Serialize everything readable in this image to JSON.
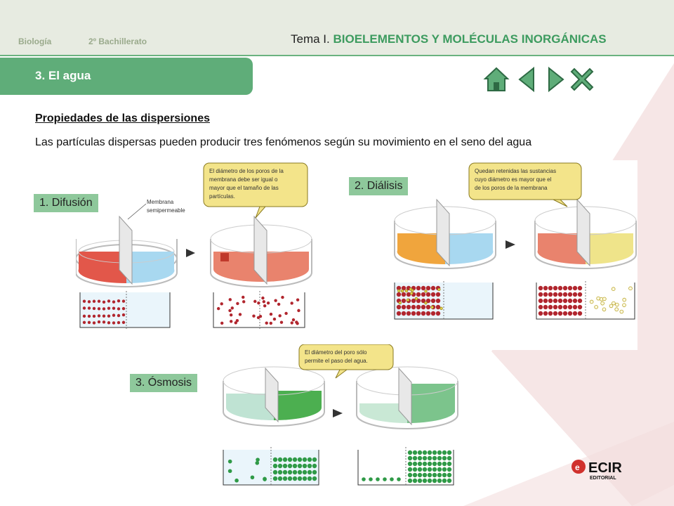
{
  "header": {
    "subject": "Biología",
    "course": "2º Bachillerato",
    "topic_prefix": "Tema I.",
    "topic_title": "BIOELEMENTOS Y MOLÉCULAS INORGÁNICAS"
  },
  "section": {
    "title": "3. El agua"
  },
  "nav": {
    "home": "home-icon",
    "prev": "triangle-left-icon",
    "next": "triangle-right-icon",
    "close": "close-x-icon"
  },
  "content": {
    "subtitle": "Propiedades de las dispersiones",
    "paragraph": "Las partículas dispersas pueden producir tres fenómenos según su movimiento en el seno del agua"
  },
  "phenomena": [
    {
      "label": "1. Difusión",
      "membrane_label_1": "Membrana",
      "membrane_label_2": "semipermeable",
      "bubble_lines": [
        "El diámetro de los poros de la",
        "membrana debe ser igual o",
        "mayor que el tamaño de las",
        "partículas."
      ]
    },
    {
      "label": "2. Diálisis",
      "bubble_lines": [
        "Quedan retenidas las sustancias",
        "cuyo diámetro es mayor que el",
        "de los poros de la membrana"
      ]
    },
    {
      "label": "3. Ósmosis",
      "bubble_lines": [
        "El diámetro del poro sólo",
        "permite el paso del agua."
      ]
    }
  ],
  "logo": {
    "brand": "ECIR",
    "sub": "EDITORIAL"
  },
  "colors": {
    "accent_green": "#5fad79",
    "header_bg": "#e7ebe1",
    "label_green": "#8ec89b",
    "bubble_fill": "#f3e48a",
    "red_particle": "#b1262e",
    "green_particle": "#2f9a47",
    "yellow_particle": "#e6d24a"
  }
}
